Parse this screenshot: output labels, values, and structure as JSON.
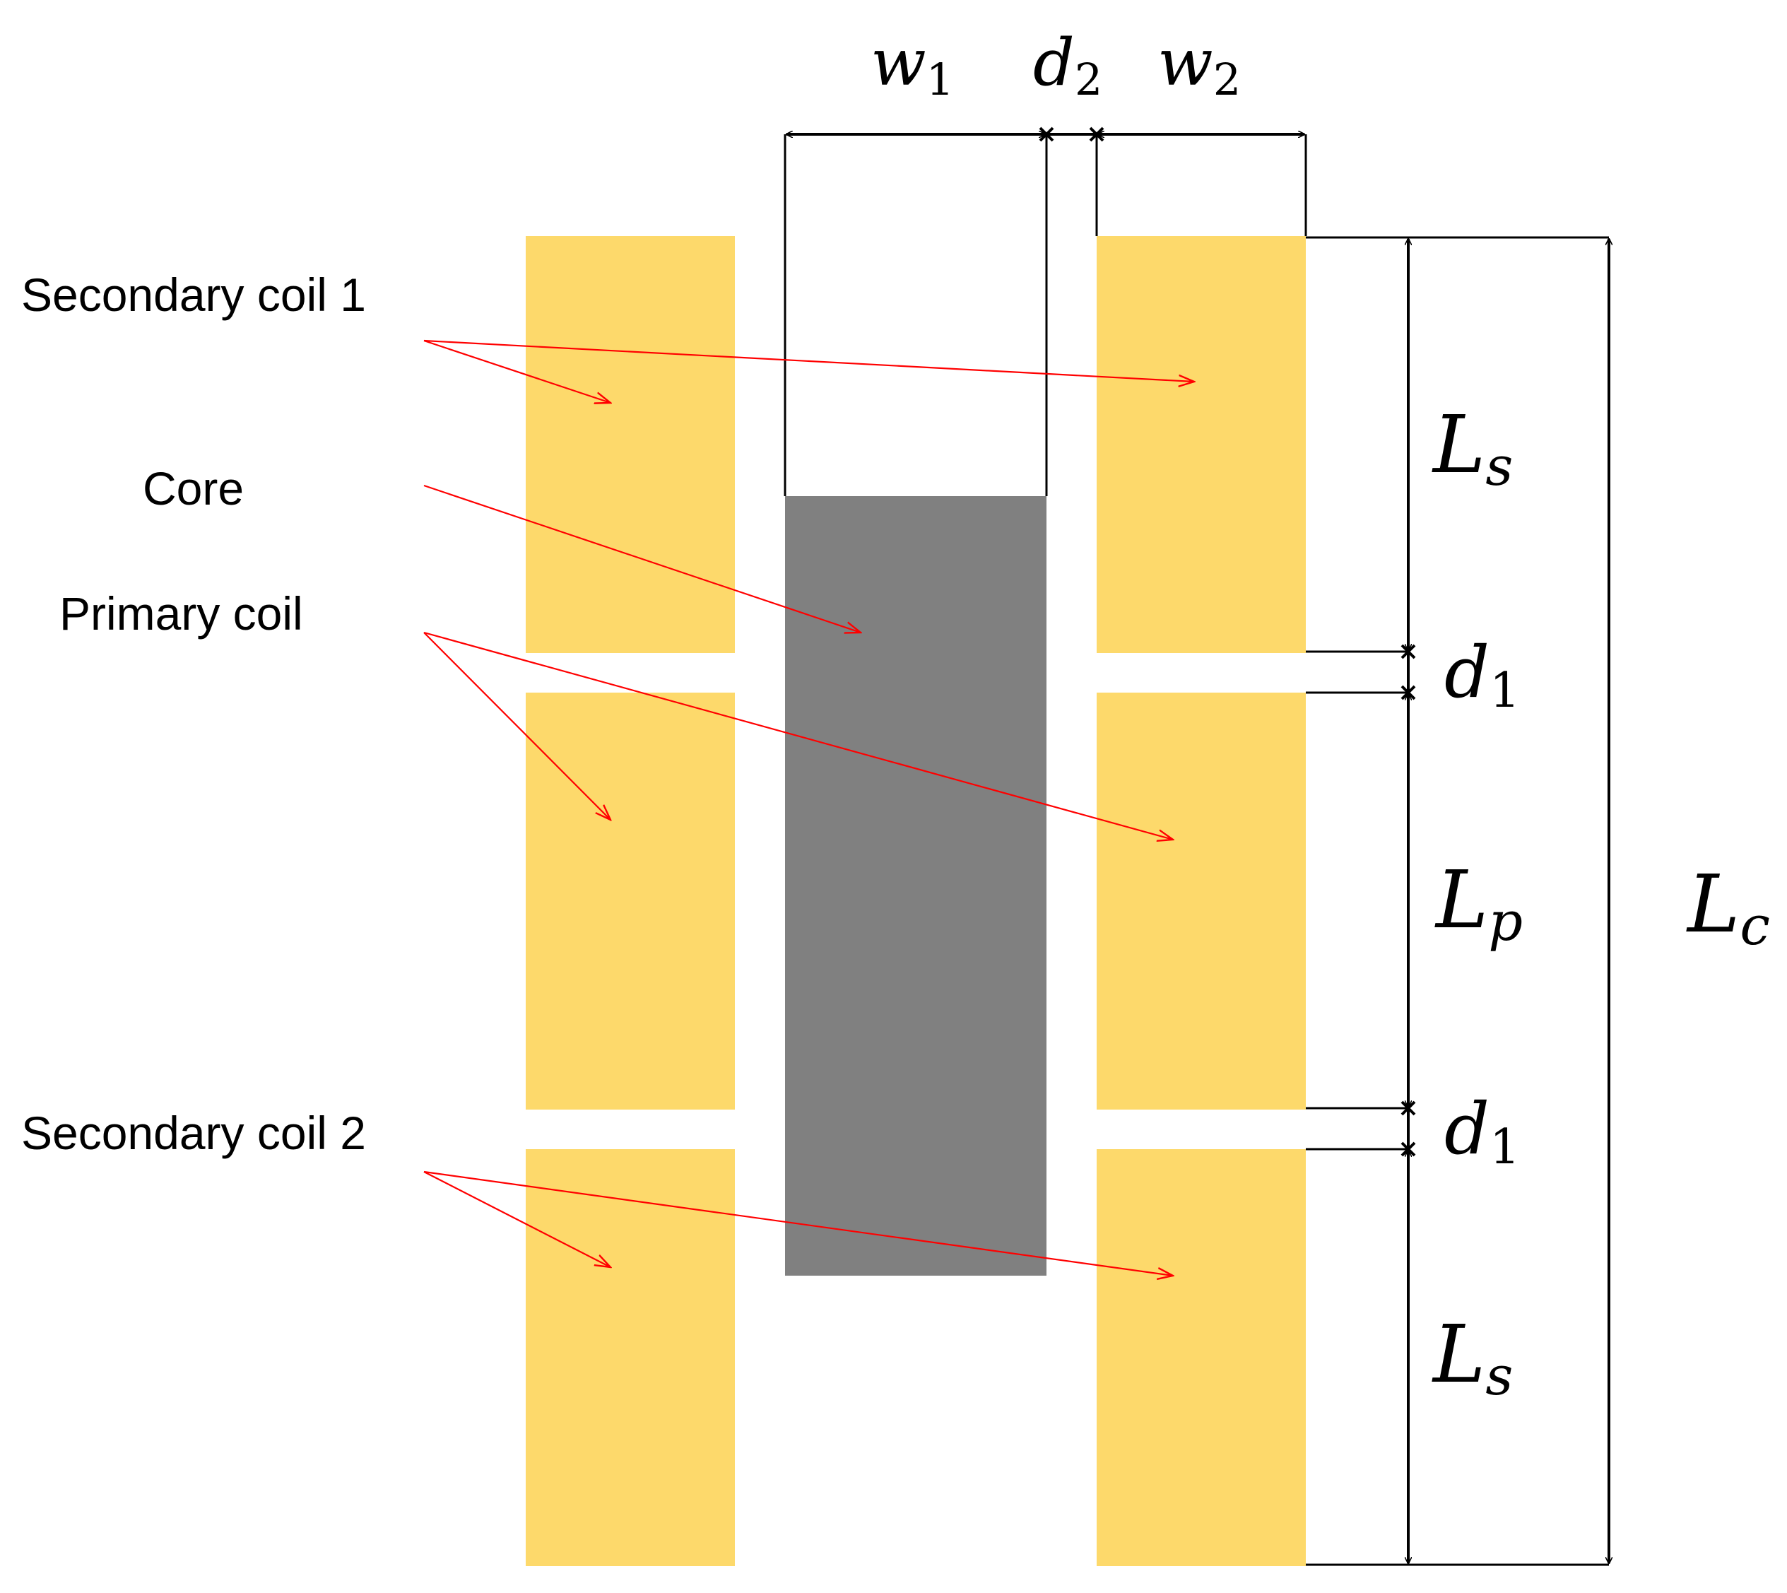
{
  "labels": {
    "secondary_coil_1": "Secondary coil 1",
    "core": "Core",
    "primary_coil": "Primary coil",
    "secondary_coil_2": "Secondary coil 2"
  },
  "dimensions": {
    "w1": {
      "main": "w",
      "sub": "1"
    },
    "d2": {
      "main": "d",
      "sub": "2"
    },
    "w2": {
      "main": "w",
      "sub": "2"
    },
    "ls_top": {
      "main": "L",
      "sub": "s"
    },
    "d1_top": {
      "main": "d",
      "sub": "1"
    },
    "lp": {
      "main": "L",
      "sub": "p"
    },
    "d1_bottom": {
      "main": "d",
      "sub": "1"
    },
    "ls_bottom": {
      "main": "L",
      "sub": "s"
    },
    "lc": {
      "main": "L",
      "sub": "c"
    }
  },
  "colors": {
    "coil": "#fdd96b",
    "core": "#808080",
    "leader": "#ff0000",
    "dimension": "#000000"
  }
}
